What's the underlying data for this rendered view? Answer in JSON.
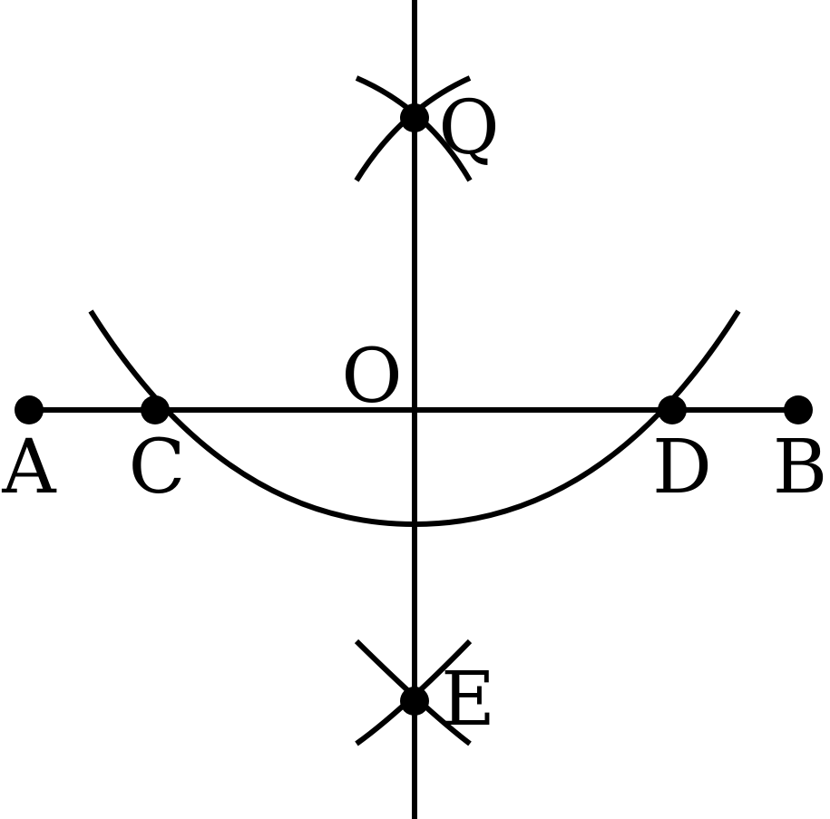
{
  "diagram": {
    "points": {
      "A": "A",
      "B": "B",
      "C": "C",
      "D": "D",
      "O": "O",
      "Q": "Q",
      "E": "E"
    },
    "colors": {
      "stroke": "#000000",
      "background": "#ffffff"
    }
  }
}
